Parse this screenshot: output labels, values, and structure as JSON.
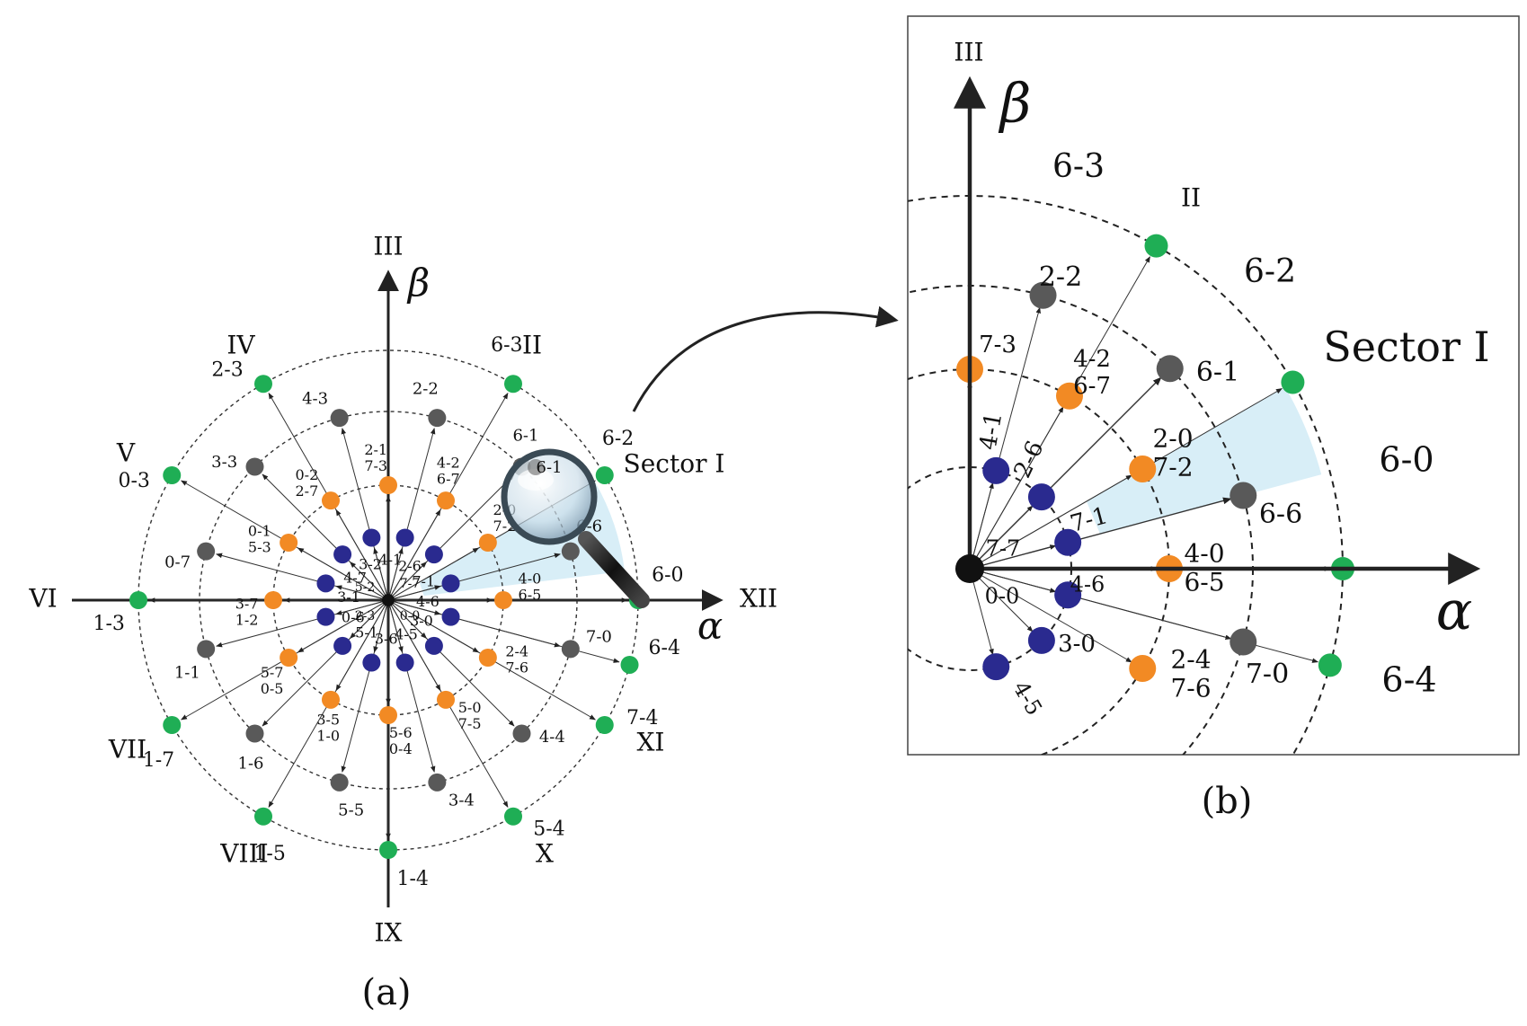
{
  "captions": {
    "a": "(a)",
    "b": "(b)"
  },
  "sector_label": "Sector I",
  "axis_symbols": {
    "alpha": "α",
    "beta": "β"
  },
  "colors": {
    "outer": "#1fae55",
    "second": "#595959",
    "third": "#f28a24",
    "inner": "#2a2a8f",
    "sector_fill": "#d8eef7",
    "axis": "#222222"
  },
  "sectors": [
    {
      "label": "I",
      "angle": 15
    },
    {
      "label": "II",
      "angle": 45
    },
    {
      "label": "III",
      "angle": 90
    },
    {
      "label": "IV",
      "angle": 120
    },
    {
      "label": "V",
      "angle": 150
    },
    {
      "label": "VI",
      "angle": 180
    },
    {
      "label": "VII",
      "angle": 210
    },
    {
      "label": "VIII",
      "angle": 240
    },
    {
      "label": "IX",
      "angle": 270
    },
    {
      "label": "X",
      "angle": 300
    },
    {
      "label": "XI",
      "angle": 330
    },
    {
      "label": "XII",
      "angle": 0
    }
  ],
  "vectors_a": [
    {
      "ring": "outer",
      "angle": 0,
      "label": "6-0"
    },
    {
      "ring": "outer",
      "angle": 30,
      "label": "6-2"
    },
    {
      "ring": "outer",
      "angle": 60,
      "label": "6-3"
    },
    {
      "ring": "outer",
      "angle": 120,
      "label": "2-3"
    },
    {
      "ring": "outer",
      "angle": 150,
      "label": "0-3"
    },
    {
      "ring": "outer",
      "angle": 180,
      "label": "1-3"
    },
    {
      "ring": "outer",
      "angle": 210,
      "label": "1-7"
    },
    {
      "ring": "outer",
      "angle": 240,
      "label": "1-5"
    },
    {
      "ring": "outer",
      "angle": 270,
      "label": "1-4"
    },
    {
      "ring": "outer",
      "angle": 300,
      "label": "5-4"
    },
    {
      "ring": "outer",
      "angle": 330,
      "label": "7-4"
    },
    {
      "ring": "outer",
      "angle": 345,
      "label": "6-4"
    },
    {
      "ring": "second",
      "angle": 15,
      "label": "6-6"
    },
    {
      "ring": "second",
      "angle": 45,
      "label": "6-1"
    },
    {
      "ring": "second",
      "angle": 75,
      "label": "2-2"
    },
    {
      "ring": "second",
      "angle": 105,
      "label": "4-3"
    },
    {
      "ring": "second",
      "angle": 135,
      "label": "3-3"
    },
    {
      "ring": "second",
      "angle": 165,
      "label": "0-7"
    },
    {
      "ring": "second",
      "angle": 195,
      "label": "1-1"
    },
    {
      "ring": "second",
      "angle": 225,
      "label": "1-6"
    },
    {
      "ring": "second",
      "angle": 255,
      "label": "5-5"
    },
    {
      "ring": "second",
      "angle": 285,
      "label": "3-4"
    },
    {
      "ring": "second",
      "angle": 315,
      "label": "4-4"
    },
    {
      "ring": "second",
      "angle": 345,
      "label": "7-0"
    },
    {
      "ring": "third",
      "angle": 0,
      "label": "4-0 6-5"
    },
    {
      "ring": "third",
      "angle": 30,
      "label": "2-0 7-2"
    },
    {
      "ring": "third",
      "angle": 60,
      "label": "4-2 6-7"
    },
    {
      "ring": "third",
      "angle": 90,
      "label": "2-1 7-3"
    },
    {
      "ring": "third",
      "angle": 120,
      "label": "0-2 2-7"
    },
    {
      "ring": "third",
      "angle": 150,
      "label": "0-1 5-3"
    },
    {
      "ring": "third",
      "angle": 180,
      "label": "3-7 1-2"
    },
    {
      "ring": "third",
      "angle": 210,
      "label": "5-7 0-5"
    },
    {
      "ring": "third",
      "angle": 240,
      "label": "3-5 1-0"
    },
    {
      "ring": "third",
      "angle": 270,
      "label": "5-6 0-4"
    },
    {
      "ring": "third",
      "angle": 300,
      "label": "5-0 7-5"
    },
    {
      "ring": "third",
      "angle": 330,
      "label": "2-4 7-6"
    },
    {
      "ring": "inner",
      "angle": 15,
      "label": "7-1"
    },
    {
      "ring": "inner",
      "angle": 45,
      "label": "2-6"
    },
    {
      "ring": "inner",
      "angle": 75,
      "label": "4-1"
    },
    {
      "ring": "inner",
      "angle": 105,
      "label": "3-2"
    },
    {
      "ring": "inner",
      "angle": 135,
      "label": "4-7"
    },
    {
      "ring": "inner",
      "angle": 165,
      "label": "3-1"
    },
    {
      "ring": "inner",
      "angle": 195,
      "label": "0-6"
    },
    {
      "ring": "inner",
      "angle": 225,
      "label": "5-1"
    },
    {
      "ring": "inner",
      "angle": 255,
      "label": "3-6"
    },
    {
      "ring": "inner",
      "angle": 285,
      "label": "4-5"
    },
    {
      "ring": "inner",
      "angle": 315,
      "label": "3-0"
    },
    {
      "ring": "inner",
      "angle": 345,
      "label": "4-6"
    }
  ],
  "center_labels_a": [
    "7-7",
    "5-2",
    "2-3",
    "0-0"
  ],
  "vectors_b": [
    {
      "ring": "outer",
      "angle": 0,
      "label": "6-0"
    },
    {
      "ring": "outer",
      "angle": 30,
      "label": "6-2"
    },
    {
      "ring": "outer",
      "angle": 60,
      "label": "6-3"
    },
    {
      "ring": "outer",
      "angle": 345,
      "label": "6-4"
    },
    {
      "ring": "second",
      "angle": 15,
      "label": "6-6"
    },
    {
      "ring": "second",
      "angle": 45,
      "label": "6-1"
    },
    {
      "ring": "second",
      "angle": 75,
      "label": "2-2"
    },
    {
      "ring": "second",
      "angle": 345,
      "label": "7-0"
    },
    {
      "ring": "third",
      "angle": 0,
      "label": "4-0 6-5"
    },
    {
      "ring": "third",
      "angle": 30,
      "label": "2-0 7-2"
    },
    {
      "ring": "third",
      "angle": 60,
      "label": "4-2 6-7"
    },
    {
      "ring": "third",
      "angle": 90,
      "label": "7-3"
    },
    {
      "ring": "third",
      "angle": 330,
      "label": "2-4 7-6"
    },
    {
      "ring": "inner",
      "angle": 15,
      "label": "7-1"
    },
    {
      "ring": "inner",
      "angle": 45,
      "label": "2-6"
    },
    {
      "ring": "inner",
      "angle": 75,
      "label": "4-1"
    },
    {
      "ring": "inner",
      "angle": 345,
      "label": "4-6"
    },
    {
      "ring": "inner",
      "angle": 315,
      "label": "3-0"
    },
    {
      "ring": "inner",
      "angle": 285,
      "label": "4-5"
    }
  ],
  "center_labels_b": [
    "7-7",
    "0-0"
  ],
  "zoom_roman": {
    "top": "III",
    "sector": "II"
  },
  "zoom_popup_label": "6-1"
}
